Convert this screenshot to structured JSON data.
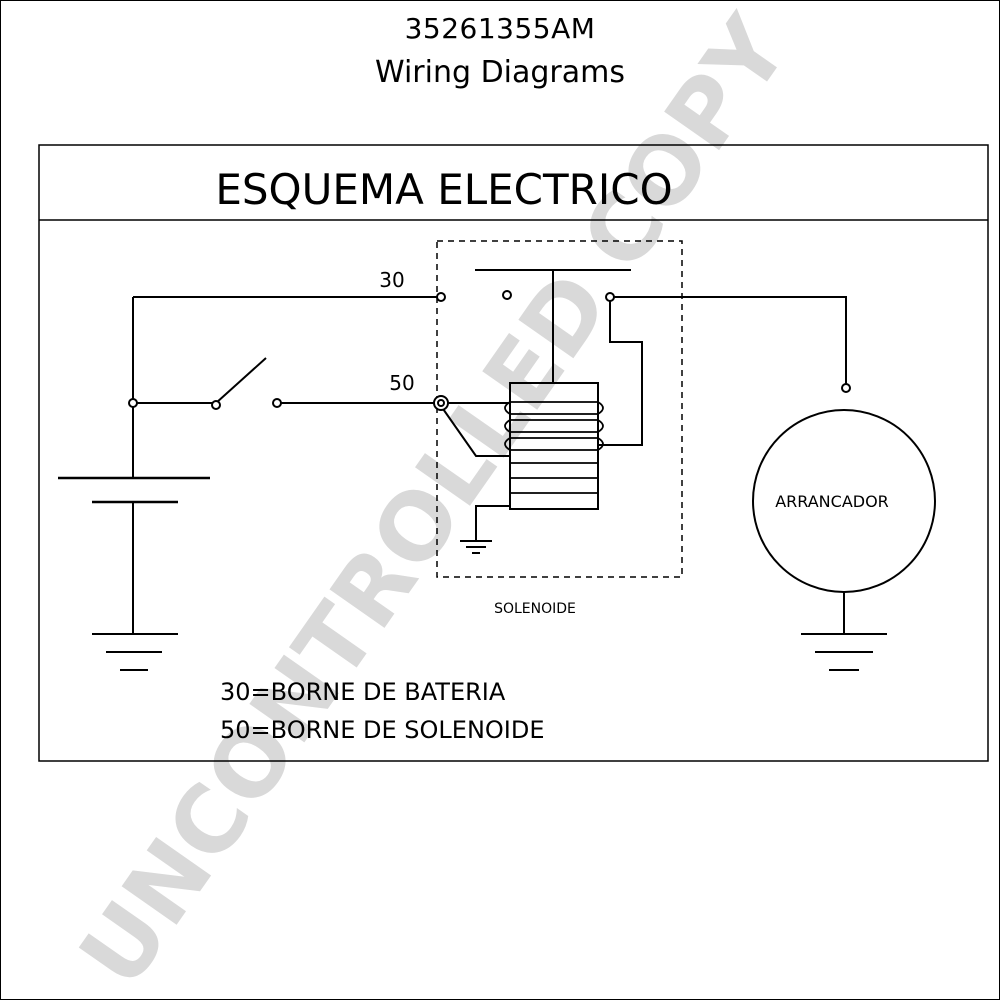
{
  "header": {
    "part_number": "35261355AM",
    "subtitle": "Wiring Diagrams"
  },
  "panel": {
    "title": "ESQUEMA ELECTRICO"
  },
  "terminals": {
    "t30": "30",
    "t50": "50"
  },
  "components": {
    "solenoid_label": "SOLENOIDE",
    "starter_label": "ARRANCADOR"
  },
  "legend": {
    "line1": "30=BORNE DE BATERIA",
    "line2": "50=BORNE DE SOLENOIDE"
  },
  "watermark": "UNCONTROLLED COPY",
  "colors": {
    "line": "#000000",
    "watermark": "#d9d9d9",
    "background": "#ffffff"
  }
}
